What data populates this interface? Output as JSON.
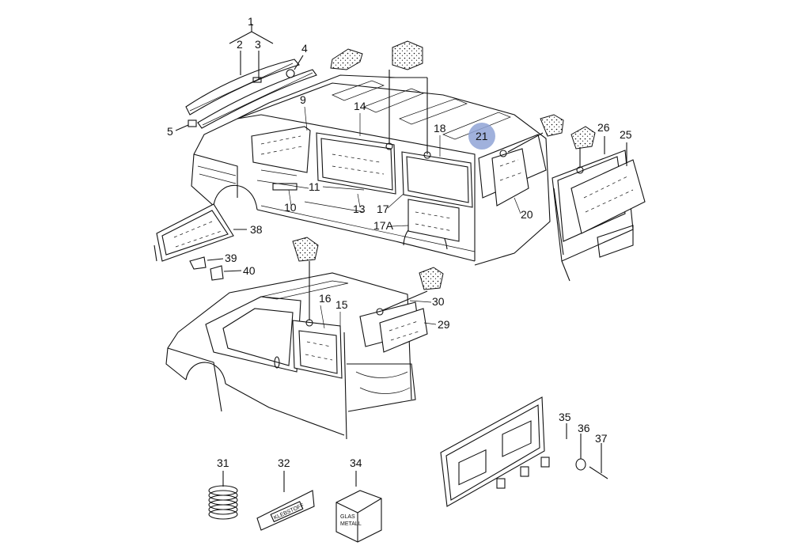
{
  "highlight_color": "#8fa3d6",
  "callouts": {
    "c1": "1",
    "c2": "2",
    "c3": "3",
    "c4": "4",
    "c5": "5",
    "c9": "9",
    "c10": "10",
    "c11": "11",
    "c13": "13",
    "c14": "14",
    "c15": "15",
    "c16": "16",
    "c17": "17",
    "c17a": "17A",
    "c18": "18",
    "c20": "20",
    "c21": "21",
    "c25": "25",
    "c26": "26",
    "c29": "29",
    "c30": "30",
    "c31": "31",
    "c32": "32",
    "c34": "34",
    "c35": "35",
    "c36": "36",
    "c37": "37",
    "c38": "38",
    "c39": "39",
    "c40": "40"
  },
  "package_labels": {
    "tape": "KLEBSTOFF",
    "box_line1": "GLAS",
    "box_line2": "METALL"
  }
}
